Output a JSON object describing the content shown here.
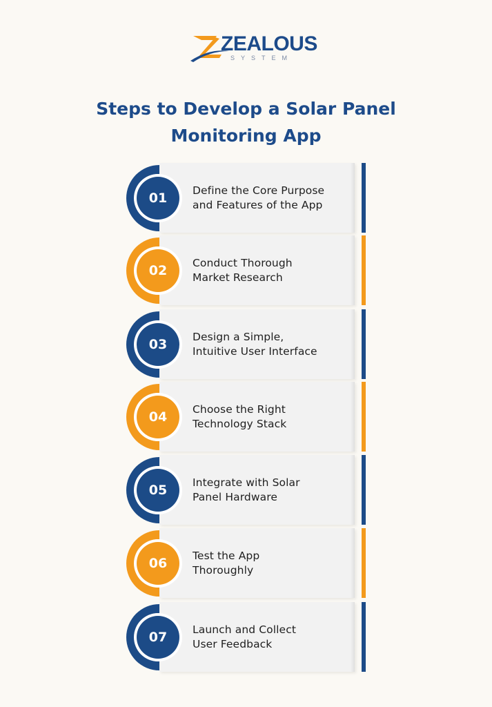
{
  "logo": {
    "name": "ZEALOUS",
    "tagline": "SYSTEM"
  },
  "title": {
    "line1": "Steps to Develop a Solar Panel",
    "line2": "Monitoring App"
  },
  "colors": {
    "blue": "#1c4b87",
    "orange": "#f39a1c",
    "title": "#1d4b8a",
    "background": "#fbf9f4",
    "card": "#f2f2f2"
  },
  "steps": [
    {
      "number": "01",
      "line1": "Define the Core Purpose",
      "line2": "and Features of the App",
      "color": "blue"
    },
    {
      "number": "02",
      "line1": "Conduct Thorough",
      "line2": "Market Research",
      "color": "orange"
    },
    {
      "number": "03",
      "line1": "Design a Simple,",
      "line2": "Intuitive User Interface",
      "color": "blue"
    },
    {
      "number": "04",
      "line1": "Choose the Right",
      "line2": "Technology Stack",
      "color": "orange"
    },
    {
      "number": "05",
      "line1": "Integrate with Solar",
      "line2": "Panel Hardware",
      "color": "blue"
    },
    {
      "number": "06",
      "line1": "Test the App",
      "line2": "Thoroughly",
      "color": "orange"
    },
    {
      "number": "07",
      "line1": "Launch and Collect",
      "line2": "User Feedback",
      "color": "blue"
    }
  ]
}
